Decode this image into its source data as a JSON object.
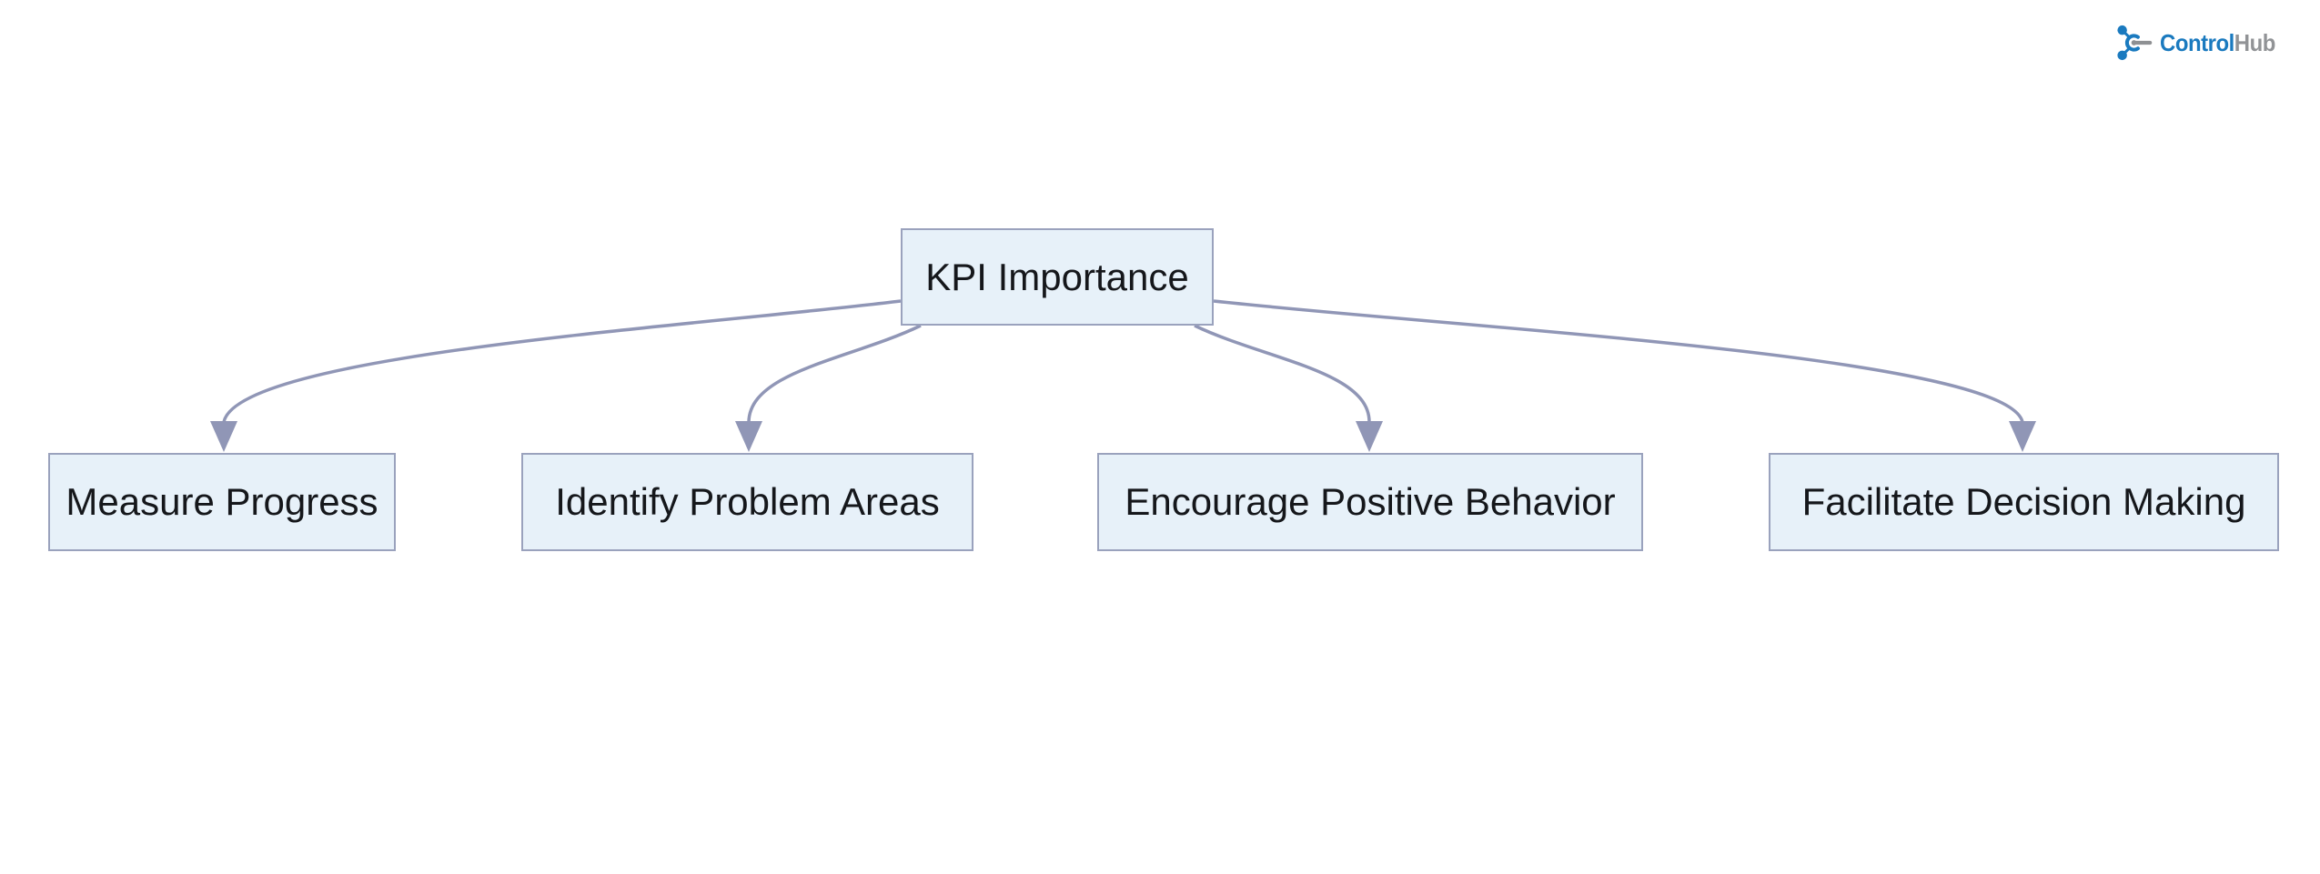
{
  "brand": {
    "logo_icon": "molecule-hub-icon",
    "logo_text_primary": "Control",
    "logo_text_secondary": "Hub",
    "logo_primary_color": "#1a7abf",
    "logo_secondary_color": "#919396"
  },
  "diagram": {
    "type": "flowchart",
    "orientation": "top-down",
    "nodes": {
      "root": {
        "label": "KPI Importance"
      },
      "children": [
        {
          "label": "Measure Progress"
        },
        {
          "label": "Identify Problem Areas"
        },
        {
          "label": "Encourage Positive Behavior"
        },
        {
          "label": "Facilitate Decision Making"
        }
      ]
    },
    "edges": [
      {
        "from": "KPI Importance",
        "to": "Measure Progress"
      },
      {
        "from": "KPI Importance",
        "to": "Identify Problem Areas"
      },
      {
        "from": "KPI Importance",
        "to": "Encourage Positive Behavior"
      },
      {
        "from": "KPI Importance",
        "to": "Facilitate Decision Making"
      }
    ],
    "colors": {
      "background": "#ffffff",
      "node_fill": "#e7f1f9",
      "node_border": "#9aa2bd",
      "edge": "#9096b6",
      "text": "#15171b"
    }
  }
}
